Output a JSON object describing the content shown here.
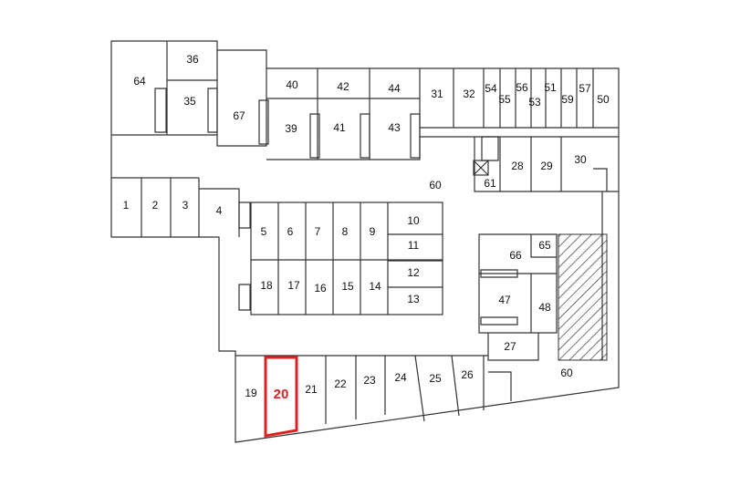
{
  "units": [
    "64",
    "36",
    "35",
    "67",
    "40",
    "42",
    "44",
    "39",
    "41",
    "43",
    "31",
    "32",
    "54",
    "55",
    "56",
    "53",
    "51",
    "59",
    "57",
    "50",
    "28",
    "29",
    "30",
    "61",
    "60",
    "1",
    "2",
    "3",
    "4",
    "5",
    "6",
    "7",
    "8",
    "9",
    "10",
    "11",
    "12",
    "13",
    "18",
    "17",
    "16",
    "15",
    "14",
    "66",
    "65",
    "47",
    "48",
    "27",
    "60",
    "19",
    "20",
    "21",
    "22",
    "23",
    "24",
    "25",
    "26"
  ],
  "highlighted_unit": "20",
  "colors": {
    "highlight": "#e02020",
    "walls": "#333333"
  }
}
